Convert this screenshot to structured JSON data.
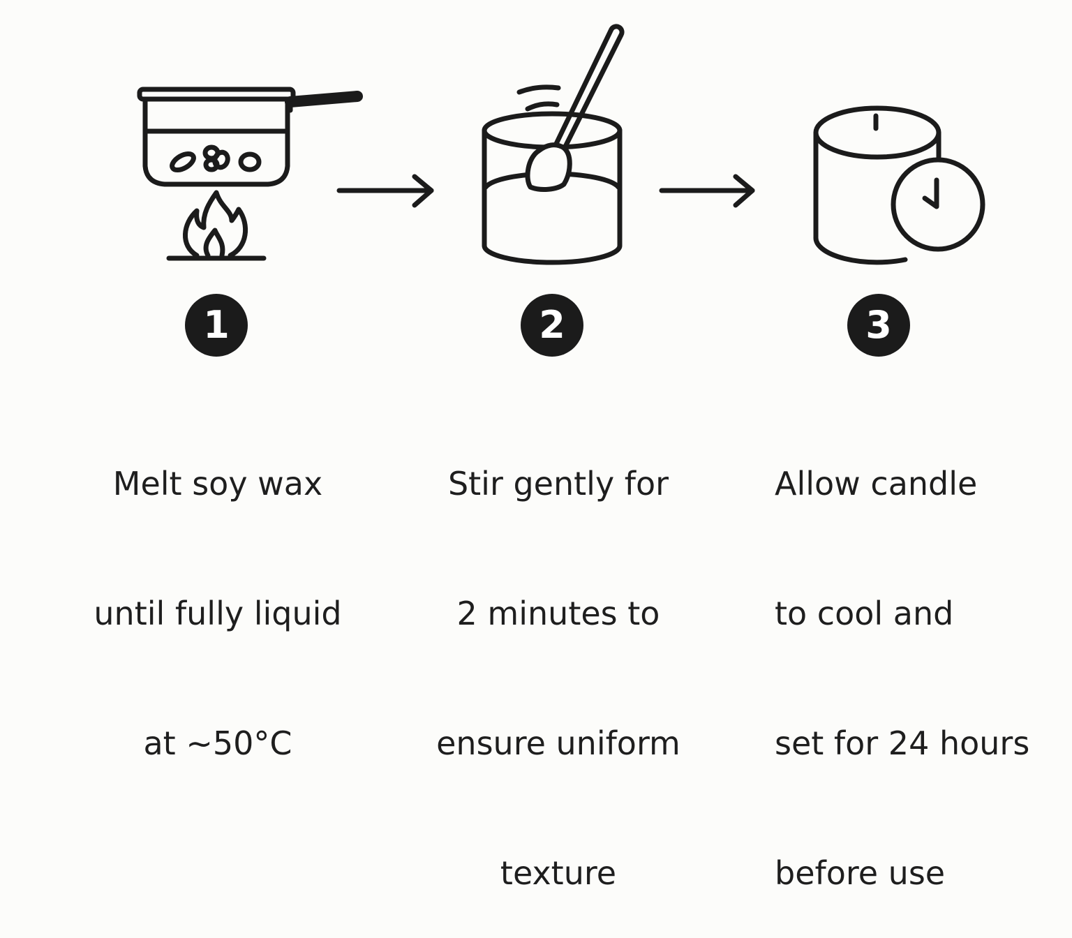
{
  "steps": [
    {
      "number": "1",
      "icon": "saucepan-over-flame-icon",
      "caption_lines": [
        "Melt soy wax",
        "until fully liquid",
        "at ~50°C"
      ]
    },
    {
      "number": "2",
      "icon": "stirring-jar-icon",
      "caption_lines": [
        "Stir gently for",
        "2 minutes to",
        "ensure uniform",
        "texture"
      ]
    },
    {
      "number": "3",
      "icon": "candle-with-clock-icon",
      "caption_lines": [
        "Allow candle",
        "to cool and",
        "set for 24 hours",
        "before use"
      ]
    }
  ],
  "colors": {
    "background": "#fcfcfa",
    "ink": "#1b1b1b",
    "badge_text": "#ffffff"
  }
}
